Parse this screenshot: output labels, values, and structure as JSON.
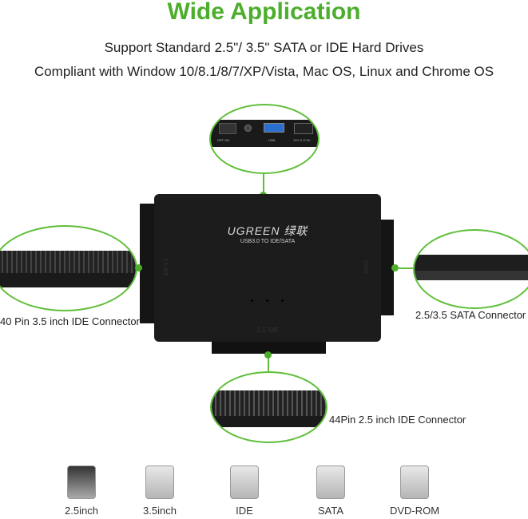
{
  "title": "Wide Application",
  "subtitle_lines": [
    "Support Standard 2.5\"/ 3.5\" SATA or IDE Hard Drives",
    "Compliant with Window 10/8.1/8/7/XP/Vista, Mac OS, Linux and Chrome OS"
  ],
  "device": {
    "brand": "UGREEN 绿联",
    "model": "USB3.0 TO IDE/SATA",
    "left_port": "3.5 IDE",
    "right_port": "SATA",
    "bottom_port": "2.5 IDE"
  },
  "top_panel": {
    "switch_off": "OFF",
    "switch_on": "ON",
    "usb": "USB",
    "power": "12V G G 5V"
  },
  "callouts": {
    "left": "40 Pin 3.5 inch IDE Connector",
    "right": "2.5/3.5 SATA Connector",
    "bottom": "44Pin 2.5 inch IDE Connector"
  },
  "drive_types": [
    {
      "label": "2.5inch",
      "icon": "hard-disk-open-icon"
    },
    {
      "label": "3.5inch",
      "icon": "hard-disk-icon"
    },
    {
      "label": "IDE",
      "icon": "ide-drive-icon"
    },
    {
      "label": "SATA",
      "icon": "sata-drive-icon"
    },
    {
      "label": "DVD-ROM",
      "icon": "dvd-drive-icon"
    }
  ],
  "colors": {
    "accent": "#4cae2b",
    "device": "#1c1c1c"
  }
}
